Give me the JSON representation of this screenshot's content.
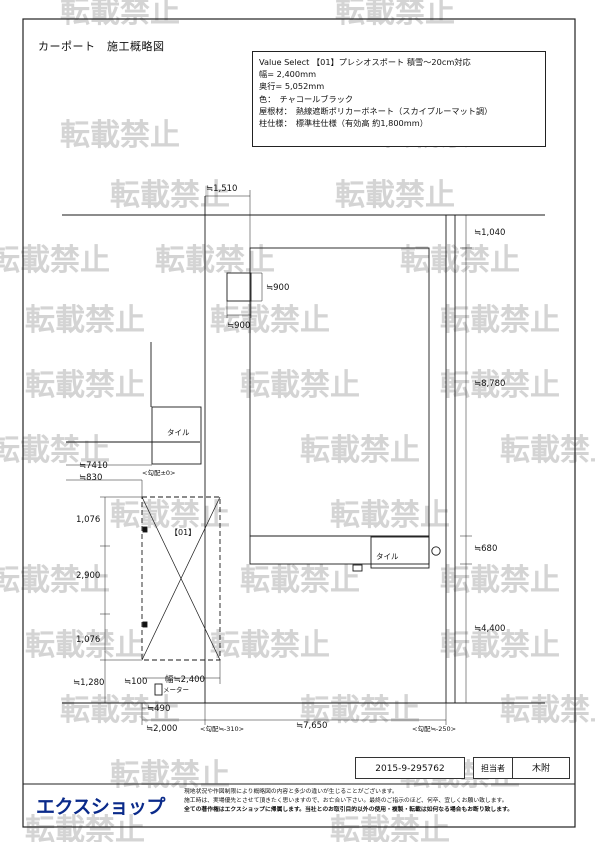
{
  "drawing_title": "カーポート　施工概略図",
  "watermark_text": "転載禁止",
  "spec": {
    "product": "Value Select 【01】プレシオスポート 積雪～20cm対応",
    "width": "幅= 2,400mm",
    "depth": "奥行= 5,052mm",
    "color": "色：　チャコールブラック",
    "roof": "屋根材：　熱線遮断ポリカーボネート（スカイブルーマット調）",
    "pillar": "柱仕様：　標準柱仕様（有効高 約1,800mm）"
  },
  "dimensions": {
    "d1510": "≒1,510",
    "d900a": "≒900",
    "d900b": "≒900",
    "d1040": "≒1,040",
    "d8780": "≒8,780",
    "d680": "≒680",
    "d4400": "≒4,400",
    "d7410": "≒7410",
    "d830": "≒830",
    "d1076a": "1,076",
    "d2900": "2,900",
    "d1076b": "1,076",
    "d1280": "≒1,280",
    "d100": "≒100",
    "width2400": "幅≒2,400",
    "d490": "≒490",
    "d2000": "≒2,000",
    "d7650": "≒7,650"
  },
  "labels": {
    "tile_left": "タイル",
    "tile_right": "タイル",
    "carport_id": "【01】",
    "meter": "メーター",
    "slope_0": "<勾配±0>",
    "slope_310": "<勾配≒-310>",
    "slope_250": "<勾配≒-250>"
  },
  "footer": {
    "doc_number": "2015-9-295762",
    "person_label": "担当者",
    "person_name": "木附"
  },
  "brand": {
    "logo_text": "エクスショップ"
  },
  "notice_lines": [
    "現地状況や作図制限により概略図の内容と多少の違いが生じることがございます。",
    "施工時は、実場優先とさせて頂きたく思いますので、お亡合い下さい。最終のご指示のほど、何卒、宜しくお願い致します。",
    "全ての著作権はエクスショップに帰属します。当社とのお取引目的以外の使用・複製・転載は如何なる場合もお断り致します。"
  ]
}
